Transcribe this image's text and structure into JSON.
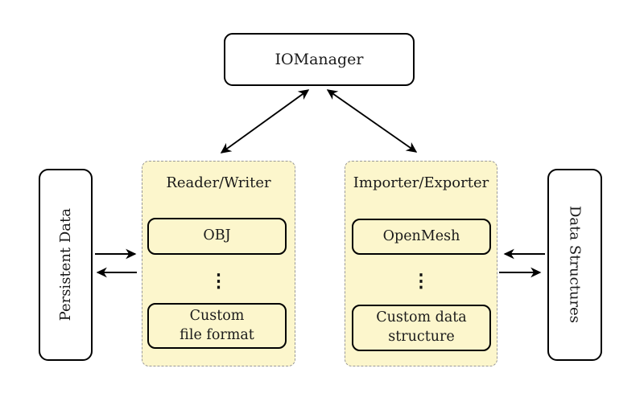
{
  "diagram": {
    "iomanager": {
      "label": "IOManager"
    },
    "reader_writer": {
      "title": "Reader/Writer",
      "item_top": "OBJ",
      "dots": "⋮",
      "item_bottom_line1": "Custom",
      "item_bottom_line2": "file format"
    },
    "importer_exporter": {
      "title": "Importer/Exporter",
      "item_top": "OpenMesh",
      "dots": "⋮",
      "item_bottom_line1": "Custom data",
      "item_bottom_line2": "structure"
    },
    "persistent_data": {
      "label": "Persistent Data"
    },
    "data_structures": {
      "label": "Data Structures"
    },
    "colors": {
      "group_fill": "#FCF6CC",
      "group_border": "#999999",
      "node_border": "#000000",
      "node_fill": "#FFFFFF",
      "arrow": "#000000"
    }
  }
}
